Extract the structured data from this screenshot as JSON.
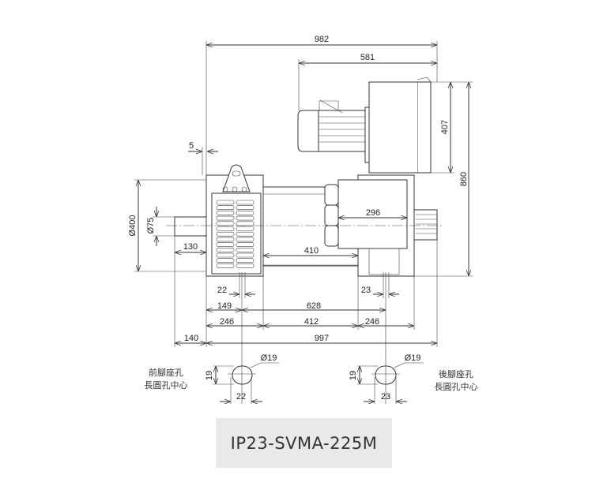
{
  "model": "IP23-SVMA-225M",
  "dimensions": {
    "overall_length": "982",
    "blower_offset": "581",
    "blower_height": "407",
    "overall_height": "860",
    "flange_gap": "5",
    "frame_dia": "Ø400",
    "shaft_dia": "Ø75",
    "shaft_length": "130",
    "body_span": "410",
    "terminal_box_width": "296",
    "front_slot": "22",
    "rear_slot": "23",
    "front_hole_pos": "149",
    "hole_spacing": "628",
    "front_foot": "246",
    "middle": "412",
    "rear_foot": "246",
    "shaft_ext": "140",
    "base_length": "997"
  },
  "details": {
    "front": {
      "dia": "Ø19",
      "height": "19",
      "width": "22",
      "label_line1": "前腳座孔",
      "label_line2": "長圓孔中心"
    },
    "rear": {
      "dia": "Ø19",
      "height": "19",
      "width": "23",
      "label_line1": "後腳座孔",
      "label_line2": "長圓孔中心"
    }
  }
}
